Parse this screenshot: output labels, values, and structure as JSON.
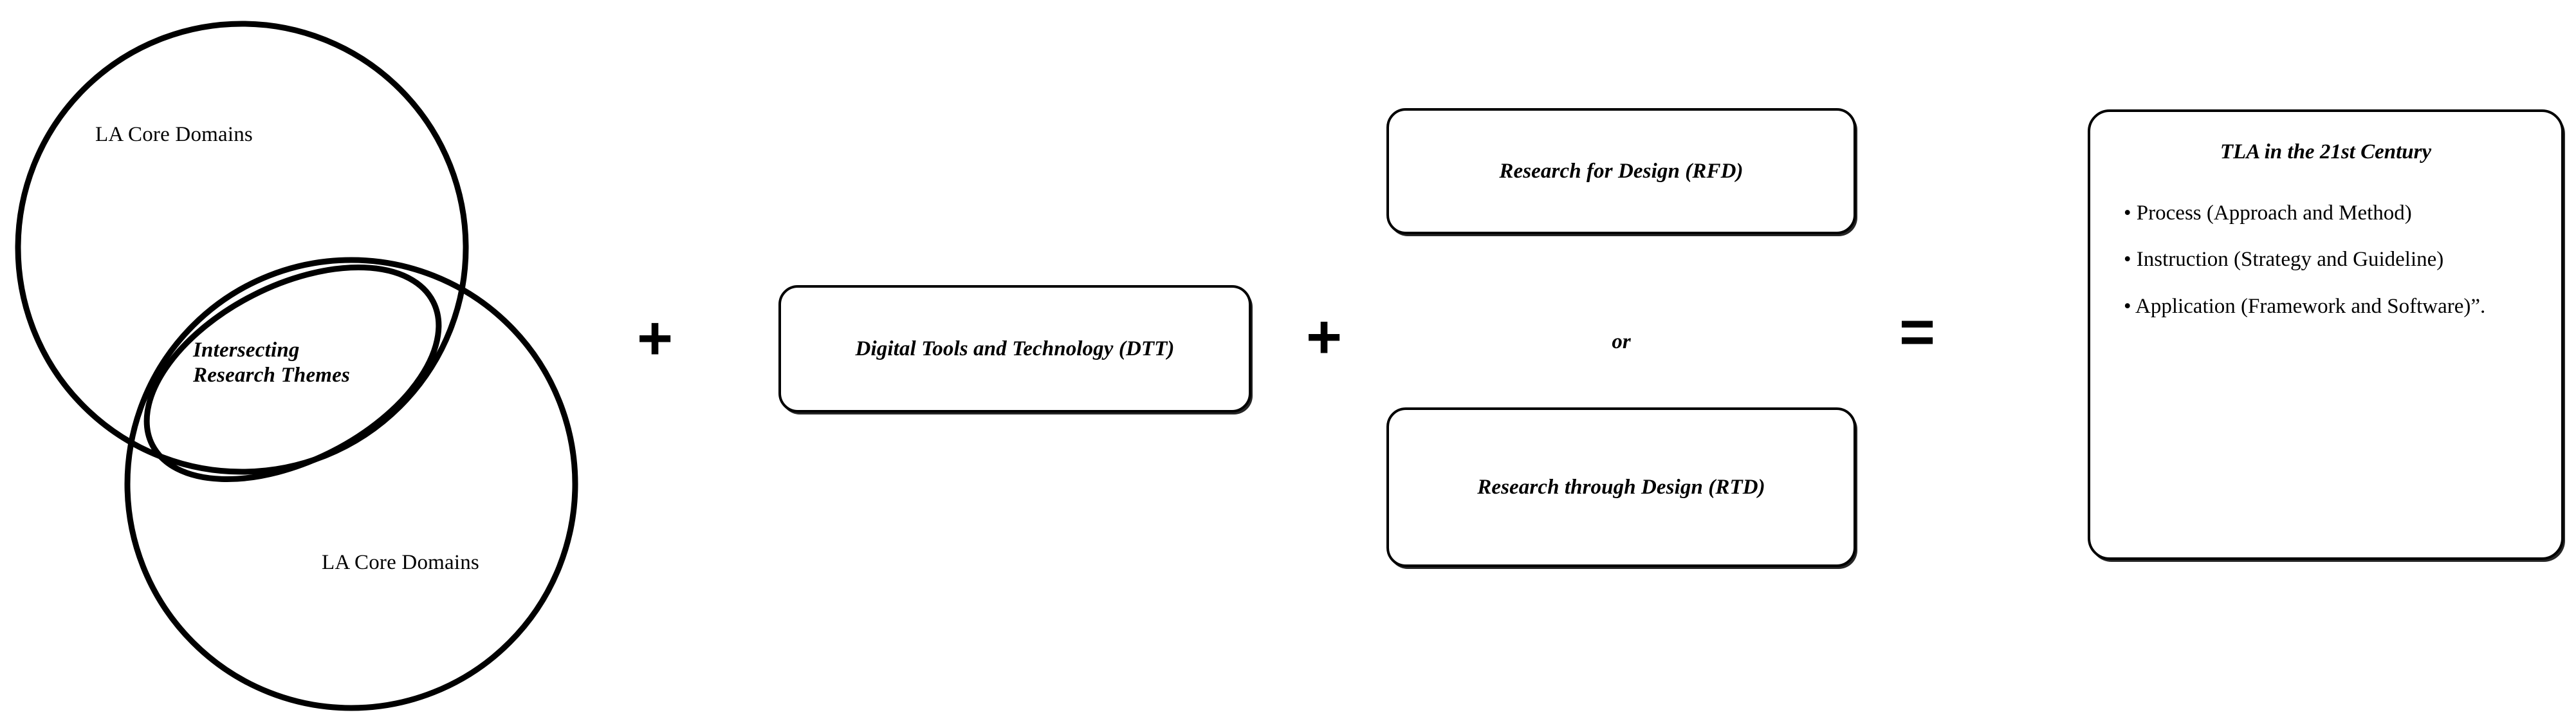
{
  "diagram": {
    "venn": {
      "top_circle_label": "LA Core Domains",
      "bottom_circle_label": "LA Core Domains",
      "intersection_label": "Intersecting\nResearch Themes"
    },
    "operators": {
      "plus_1": "+",
      "plus_2": "+",
      "equals": "="
    },
    "dtt_box": {
      "label": "Digital Tools and Technology (DTT)"
    },
    "rfd_box": {
      "label": "Research for Design (RFD)"
    },
    "rtd_box": {
      "label": "Research through Design (RTD)"
    },
    "or_connector": {
      "label": "or"
    },
    "tla_box": {
      "title": "TLA in the 21st Century",
      "bullets": [
        "• Process (Approach and Method)",
        "• Instruction (Strategy and Guideline)",
        "• Application (Framework and Software)”."
      ]
    },
    "colors": {
      "stroke": "#000000",
      "background": "#ffffff",
      "text": "#000000"
    }
  }
}
